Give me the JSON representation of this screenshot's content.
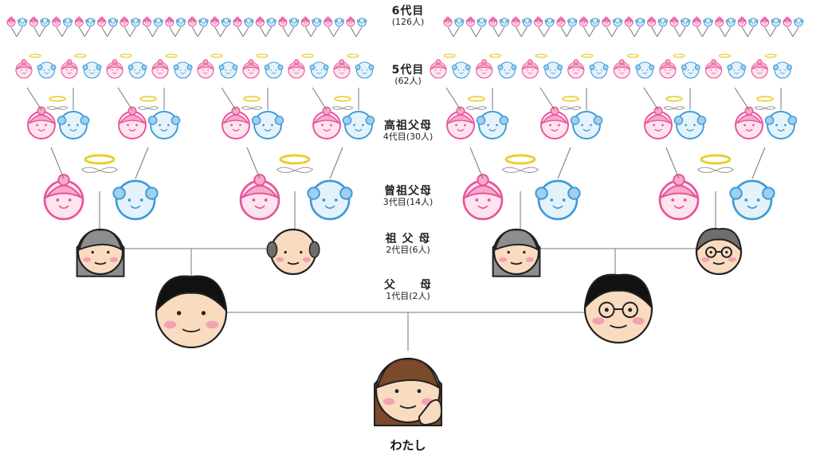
{
  "generations": [
    {
      "id": "gen6",
      "title": "6代目",
      "count": "(126人)"
    },
    {
      "id": "gen5",
      "title": "5代目",
      "count": "(62人)"
    },
    {
      "id": "gen4",
      "title": "高祖父母",
      "count": "4代目(30人)"
    },
    {
      "id": "gen3",
      "title": "曾祖父母",
      "count": "3代目(14人)"
    },
    {
      "id": "gen2",
      "title": "祖 父 母",
      "count": "2代目(6人)"
    },
    {
      "id": "gen1",
      "title": "父　　母",
      "count": "1代目(2人)"
    }
  ],
  "me": {
    "label": "わたし"
  },
  "colors": {
    "female": "#e8539b",
    "female_fill": "#fde4ef",
    "male": "#3f9ad6",
    "male_fill": "#e4f2fb",
    "halo": "#e8d02a",
    "skin": "#f9dcc0",
    "line": "#777777"
  }
}
